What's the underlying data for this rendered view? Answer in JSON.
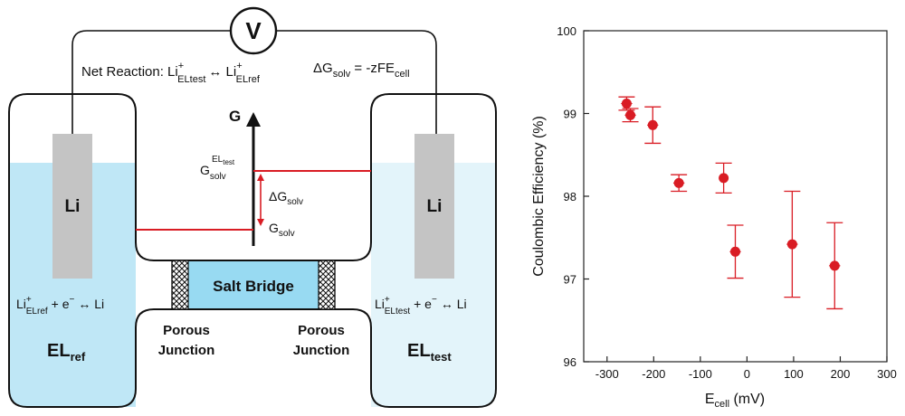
{
  "diagram": {
    "voltmeter_label": "V",
    "net_reaction_prefix": "Net Reaction: Li",
    "net_reaction_sup": "+",
    "net_reaction_sub1": "EL",
    "net_reaction_sub1b": "test",
    "net_reaction_arrow": "↔ Li",
    "net_reaction_sub2": "EL",
    "net_reaction_sub2b": "ref",
    "gibbs_eq_prefix": "ΔG",
    "gibbs_eq_sub": "solv",
    "gibbs_eq_rest": " = -zFE",
    "gibbs_eq_sub2": "cell",
    "g_axis_label": "G",
    "g_solv_test_main": "G",
    "g_solv_test_sub": "solv",
    "g_solv_test_sup": "EL",
    "g_solv_test_sup_sub": "test",
    "delta_g_solv_main": "ΔG",
    "delta_g_solv_sub": "solv",
    "g_solv_main": "G",
    "g_solv_sub": "solv",
    "left_electrode": "Li",
    "right_electrode": "Li",
    "salt_bridge": "Salt Bridge",
    "left_junction_line1": "Porous",
    "left_junction_line2": "Junction",
    "right_junction_line1": "Porous",
    "right_junction_line2": "Junction",
    "left_rxn_li": "Li",
    "left_rxn_sup": "+",
    "left_rxn_sub": "EL",
    "left_rxn_subsub": "ref",
    "left_rxn_rest": "+ e",
    "left_rxn_sup2": "−",
    "left_rxn_end": "↔ Li",
    "right_rxn_li": "Li",
    "right_rxn_sup": "+",
    "right_rxn_sub": "EL",
    "right_rxn_subsub": "test",
    "right_rxn_rest": "+ e",
    "right_rxn_sup2": "−",
    "right_rxn_end": "↔ Li",
    "left_el_main": "EL",
    "left_el_sub": "ref",
    "right_el_main": "EL",
    "right_el_sub": "test"
  },
  "chart_data": {
    "type": "scatter",
    "title": "",
    "xlabel_main": "E",
    "xlabel_sub": "cell",
    "xlabel_unit": " (mV)",
    "ylabel": "Coulombic Efficiency (%)",
    "xlim": [
      -350,
      300
    ],
    "ylim": [
      96,
      100
    ],
    "xticks": [
      -300,
      -200,
      -100,
      0,
      100,
      200,
      300
    ],
    "xtick_labels": [
      "-300",
      "-200",
      "-100",
      "0",
      "100",
      "200",
      "300"
    ],
    "yticks": [
      96,
      97,
      98,
      99,
      100
    ],
    "ytick_labels": [
      "96",
      "97",
      "98",
      "99",
      "100"
    ],
    "series": [
      {
        "color": "#d91c24",
        "points": [
          {
            "x": -258,
            "y": 99.12,
            "yerr": 0.08,
            "xerr": 12
          },
          {
            "x": -250,
            "y": 98.98,
            "yerr": 0.08,
            "xerr": 12
          },
          {
            "x": -202,
            "y": 98.86,
            "yerr": 0.22,
            "xerr": 12
          },
          {
            "x": -146,
            "y": 98.16,
            "yerr": 0.1,
            "xerr": 12
          },
          {
            "x": -50,
            "y": 98.22,
            "yerr": 0.18,
            "xerr": 8
          },
          {
            "x": -25,
            "y": 97.33,
            "yerr": 0.32,
            "xerr": 12
          },
          {
            "x": 97,
            "y": 97.42,
            "yerr": 0.64,
            "xerr": 12
          },
          {
            "x": 188,
            "y": 97.16,
            "yerr": 0.52,
            "xerr": 12
          }
        ]
      }
    ]
  }
}
